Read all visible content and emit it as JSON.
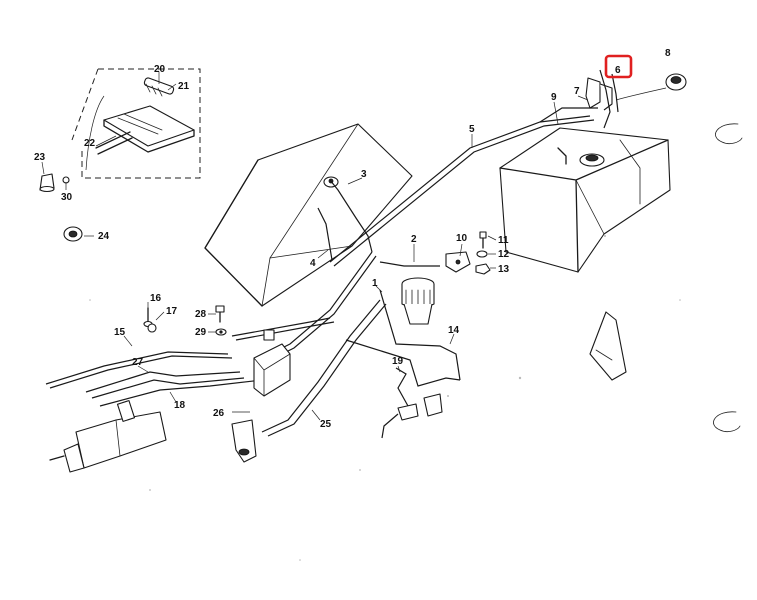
{
  "parts": [
    {
      "id": "1",
      "label": "1"
    },
    {
      "id": "2",
      "label": "2"
    },
    {
      "id": "3",
      "label": "3"
    },
    {
      "id": "4",
      "label": "4"
    },
    {
      "id": "5",
      "label": "5"
    },
    {
      "id": "6",
      "label": "6"
    },
    {
      "id": "7",
      "label": "7"
    },
    {
      "id": "8",
      "label": "8"
    },
    {
      "id": "9",
      "label": "9"
    },
    {
      "id": "10",
      "label": "10"
    },
    {
      "id": "11",
      "label": "11"
    },
    {
      "id": "12",
      "label": "12"
    },
    {
      "id": "13",
      "label": "13"
    },
    {
      "id": "14",
      "label": "14"
    },
    {
      "id": "15",
      "label": "15"
    },
    {
      "id": "16",
      "label": "16"
    },
    {
      "id": "17",
      "label": "17"
    },
    {
      "id": "18",
      "label": "18"
    },
    {
      "id": "19",
      "label": "19"
    },
    {
      "id": "20",
      "label": "20"
    },
    {
      "id": "21",
      "label": "21"
    },
    {
      "id": "22",
      "label": "22"
    },
    {
      "id": "23",
      "label": "23"
    },
    {
      "id": "24",
      "label": "24"
    },
    {
      "id": "25",
      "label": "25"
    },
    {
      "id": "26",
      "label": "26"
    },
    {
      "id": "27",
      "label": "27"
    },
    {
      "id": "28",
      "label": "28"
    },
    {
      "id": "29",
      "label": "29"
    },
    {
      "id": "30",
      "label": "30"
    }
  ],
  "highlight": {
    "part": "6",
    "color": "#e02020"
  },
  "colors": {
    "ink": "#1a1a1a",
    "paper": "#ffffff"
  }
}
